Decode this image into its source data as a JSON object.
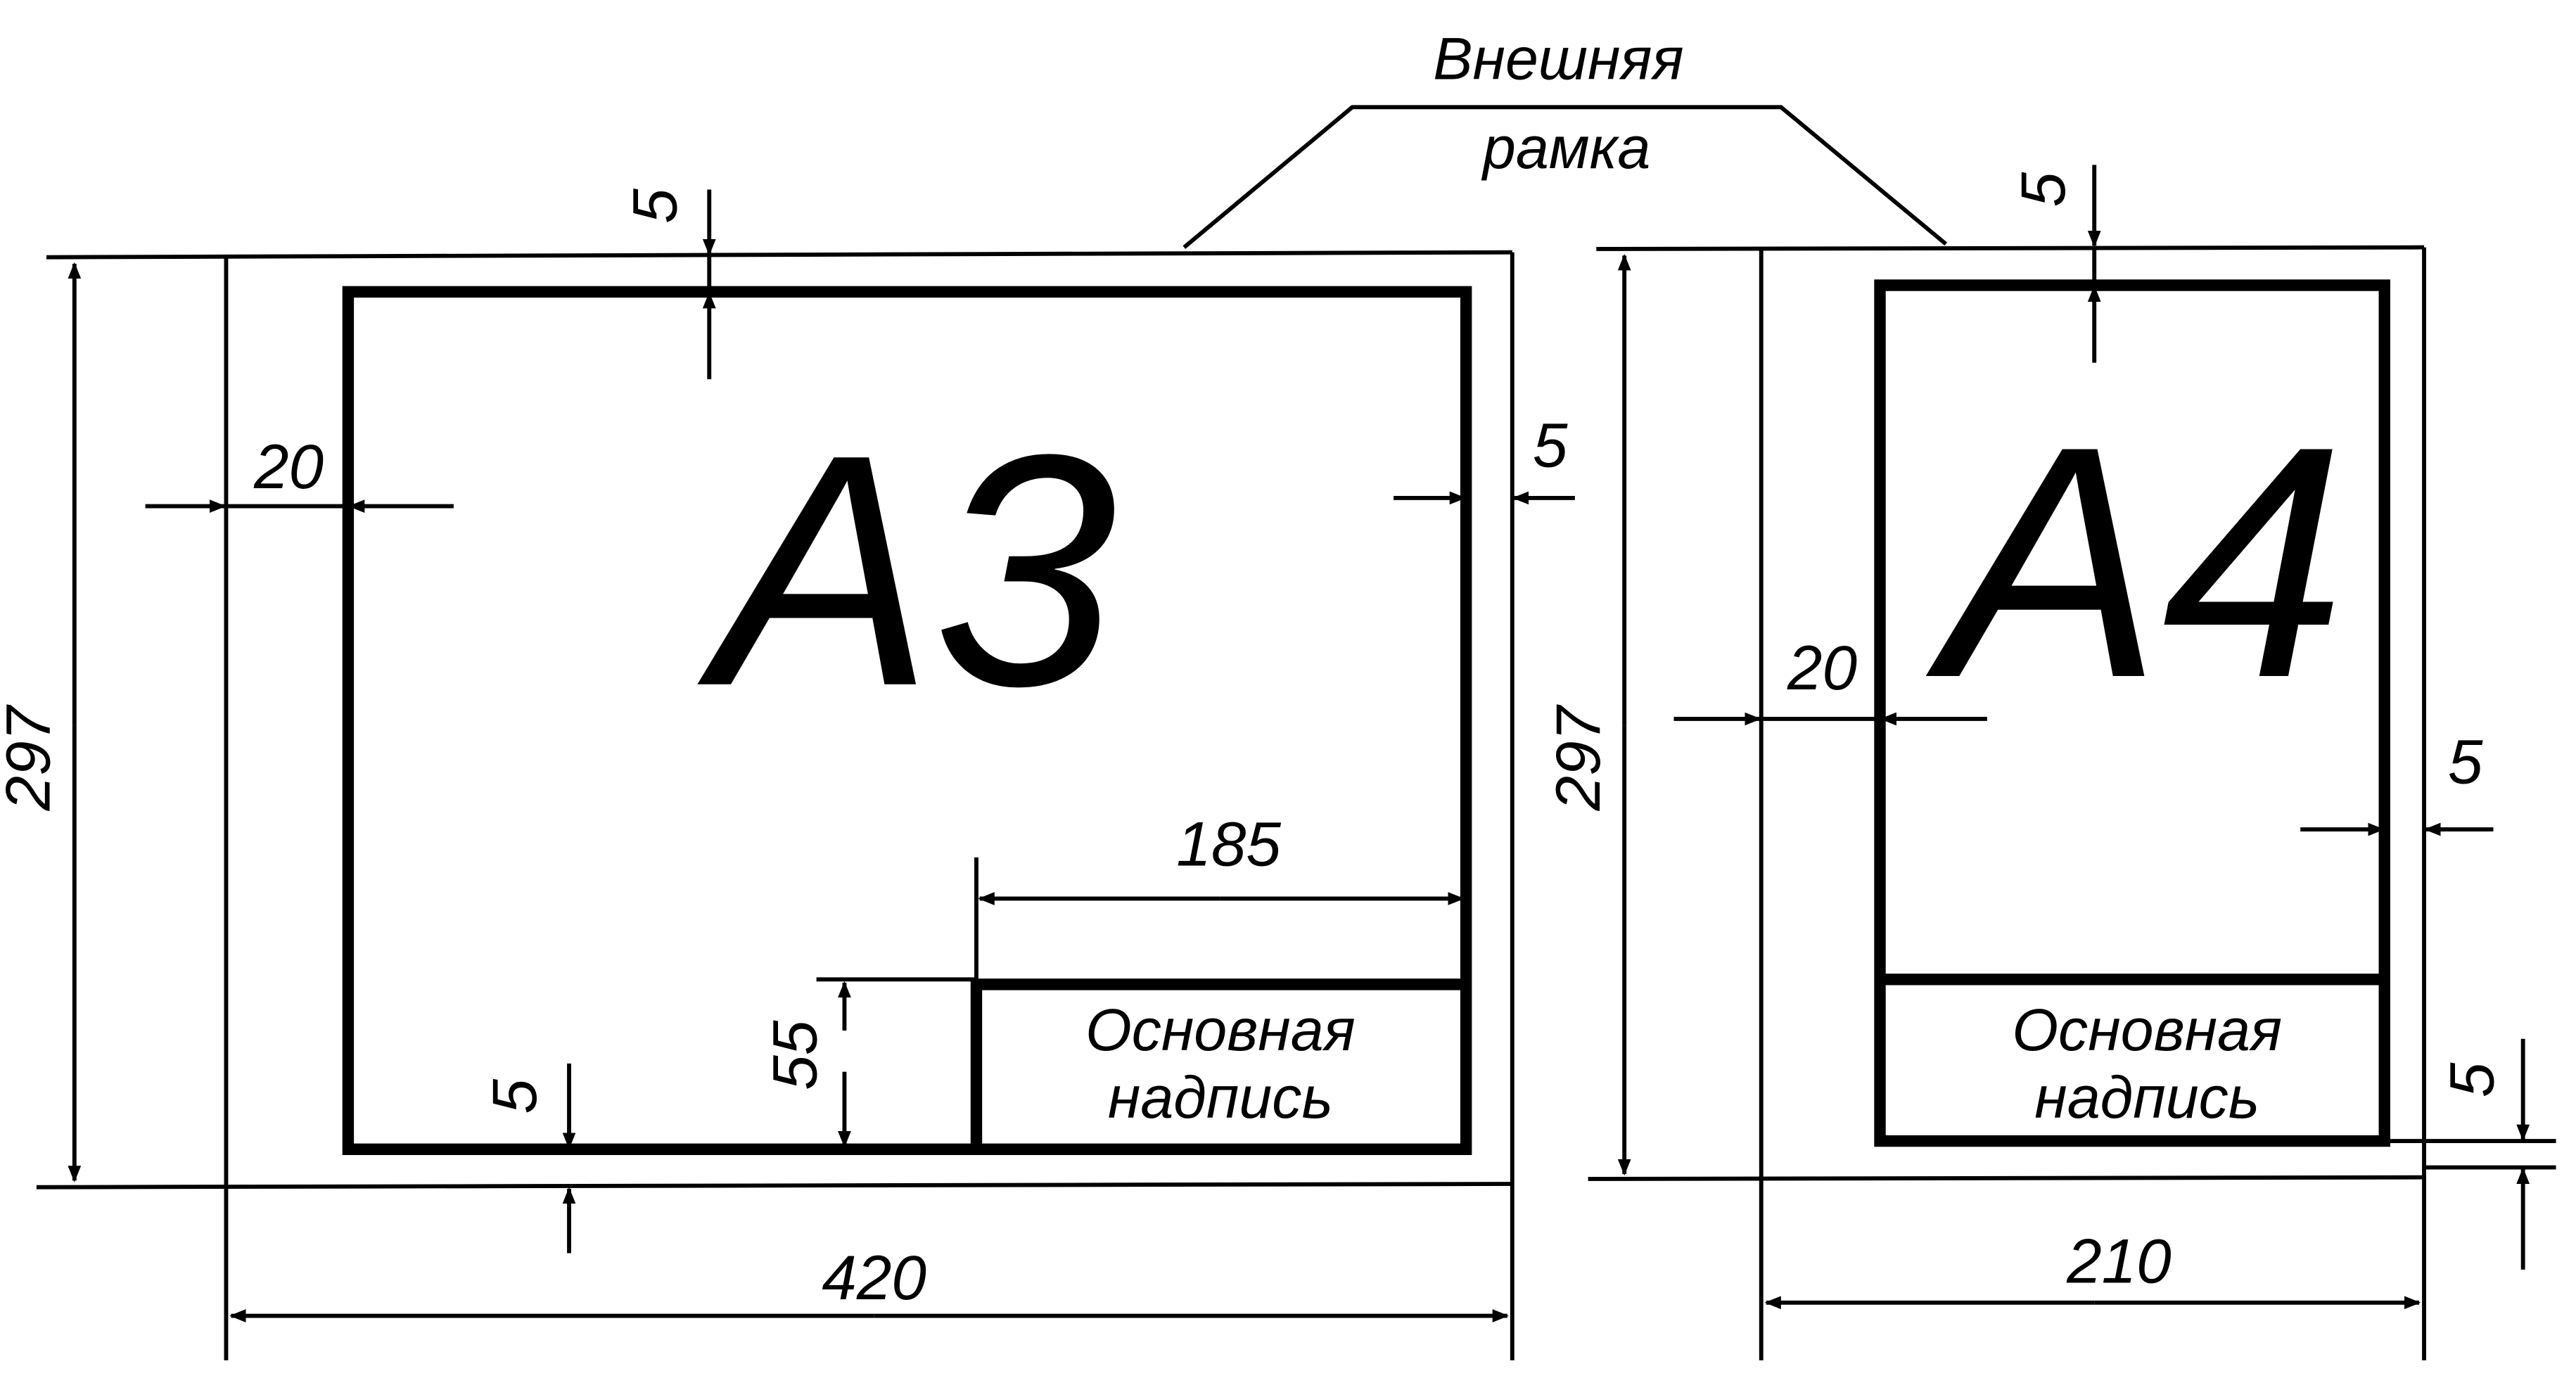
{
  "leader_label": {
    "line1": "Внешняя",
    "line2": "рамка"
  },
  "a3": {
    "format": "A3",
    "width": "420",
    "height": "297",
    "margin_left": "20",
    "margin_top": "5",
    "margin_right": "5",
    "margin_bottom": "5",
    "title_block_width": "185",
    "title_block_height": "55",
    "title_block_line1": "Основная",
    "title_block_line2": "надпись"
  },
  "a4": {
    "format": "A4",
    "width": "210",
    "height": "297",
    "margin_left": "20",
    "margin_top": "5",
    "margin_right": "5",
    "margin_bottom": "5",
    "title_block_line1": "Основная",
    "title_block_line2": "надпись"
  }
}
